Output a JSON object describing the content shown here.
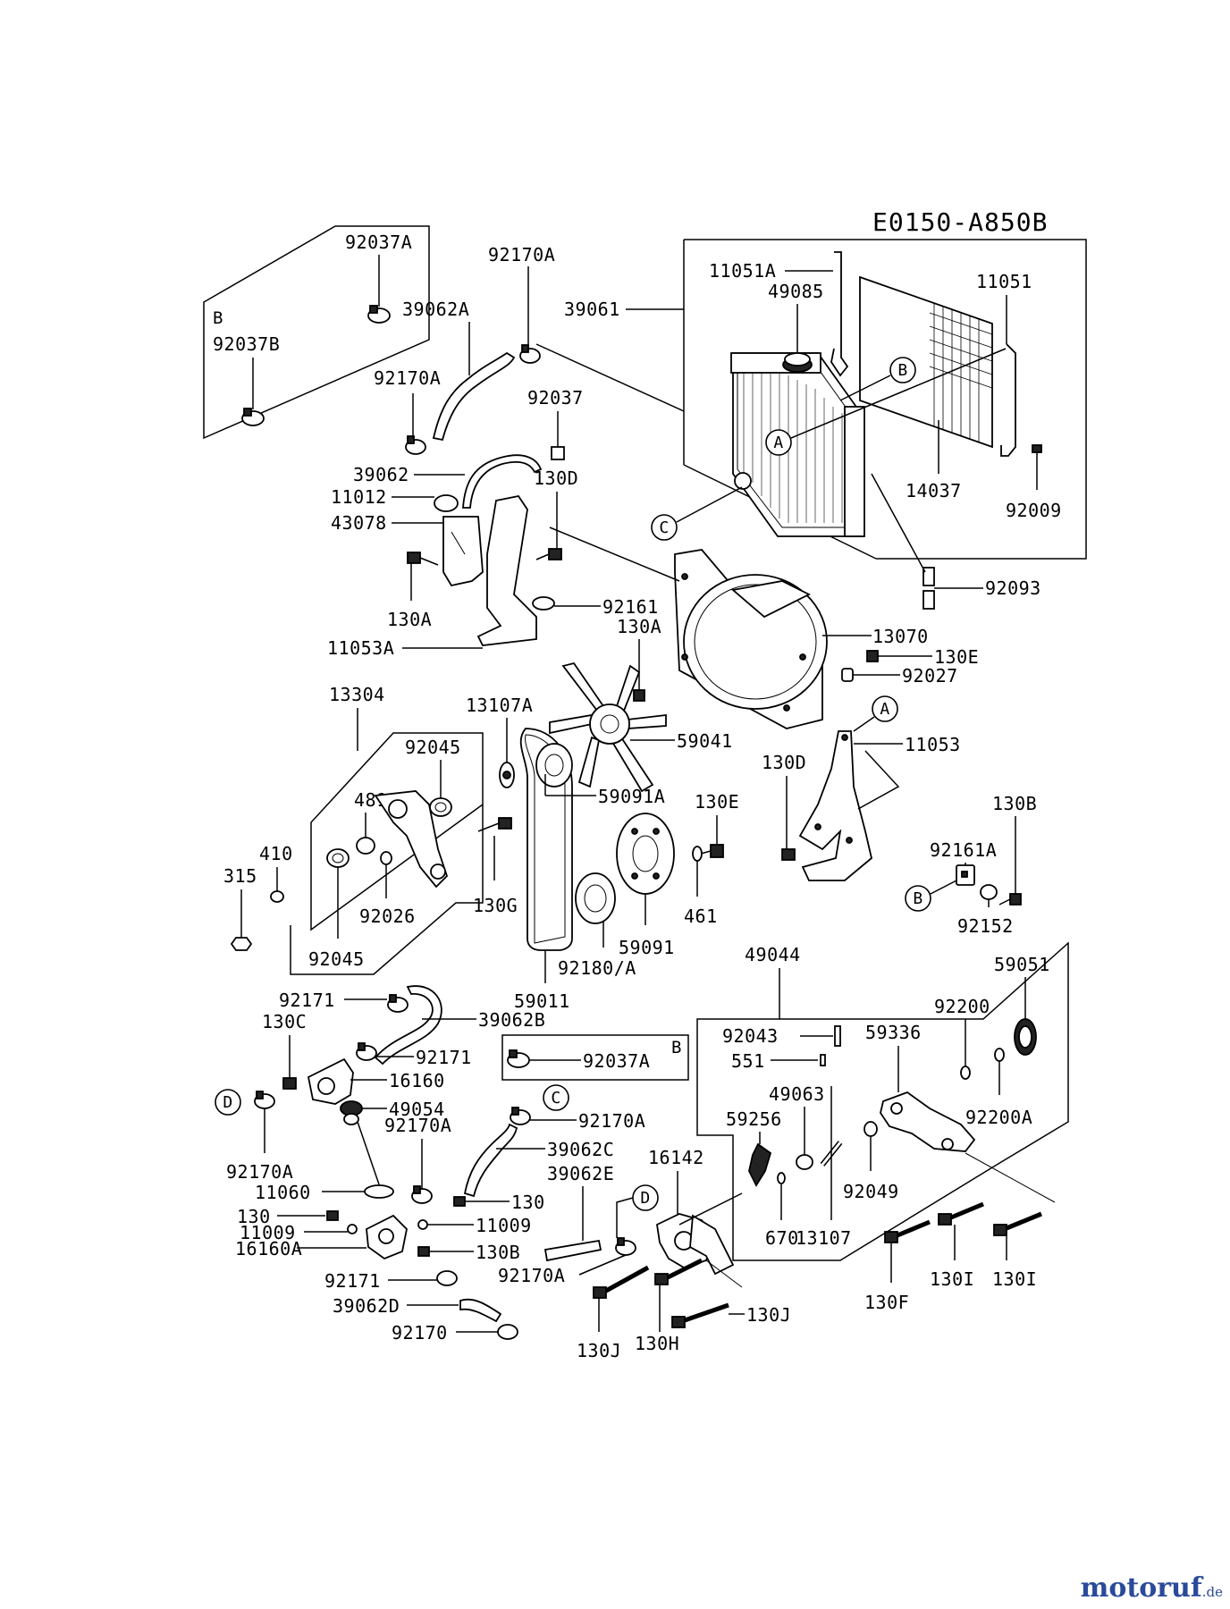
{
  "diagram_code": "E0150-A850B",
  "callout_letters": {
    "a": "A",
    "b": "B",
    "c": "C",
    "d": "D"
  },
  "labels": {
    "p92037A_top": "92037A",
    "box_b_top": "B",
    "p92037B": "92037B",
    "p39062A": "39062A",
    "p92170A_top": "92170A",
    "p39061": "39061",
    "p11051A": "11051A",
    "p49085": "49085",
    "p11051": "11051",
    "p92170A_left": "92170A",
    "p92037": "92037",
    "p39062": "39062",
    "p130D_top": "130D",
    "p11012": "11012",
    "p43078": "43078",
    "p14037": "14037",
    "p92009": "92009",
    "p130A_left": "130A",
    "p92161": "92161",
    "p130A_mid": "130A",
    "p11053A": "11053A",
    "p92093": "92093",
    "p13070": "13070",
    "p130E_top": "130E",
    "p92027": "92027",
    "p13304": "13304",
    "p13107A": "13107A",
    "p59041": "59041",
    "p11053": "11053",
    "p92045_top": "92045",
    "p481": "481",
    "p59091A": "59091A",
    "p130D_mid": "130D",
    "p130B_right": "130B",
    "p130E_mid": "130E",
    "p92161A": "92161A",
    "p410": "410",
    "p315": "315",
    "p92026": "92026",
    "p130G": "130G",
    "p461": "461",
    "p92152": "92152",
    "p92045_bot": "92045",
    "p59091": "59091",
    "p92180A": "92180/A",
    "p59011": "59011",
    "p49044": "49044",
    "p59051": "59051",
    "p92171_top": "92171",
    "p130C": "130C",
    "p39062B": "39062B",
    "p92200": "92200",
    "p92043": "92043",
    "p59336": "59336",
    "p92171_mid": "92171",
    "box_b_bottom": "B",
    "p92037A_bot": "92037A",
    "p551": "551",
    "p16160": "16160",
    "p49063": "49063",
    "p49054": "49054",
    "p92170A_c": "92170A",
    "p92170A_leftd": "92170A",
    "p92170A_mid": "92170A",
    "p39062C": "39062C",
    "p59256": "59256",
    "p92200A": "92200A",
    "p39062E": "39062E",
    "p16142": "16142",
    "p92049": "92049",
    "p11060": "11060",
    "p130_right": "130",
    "p130_left": "130",
    "p11009_left": "11009",
    "p11009_right": "11009",
    "p13107": "13107",
    "p670": "670",
    "p16160A": "16160A",
    "p130B_bot": "130B",
    "p92170A_bot": "92170A",
    "p92171_bot": "92171",
    "p39062D": "39062D",
    "p92170": "92170",
    "p130F": "130F",
    "p130I_a": "130I",
    "p130I_b": "130I",
    "p130J_right": "130J",
    "p130J_left": "130J",
    "p130H": "130H"
  },
  "watermark": {
    "brand": "motoruf",
    "tld": ".de"
  }
}
